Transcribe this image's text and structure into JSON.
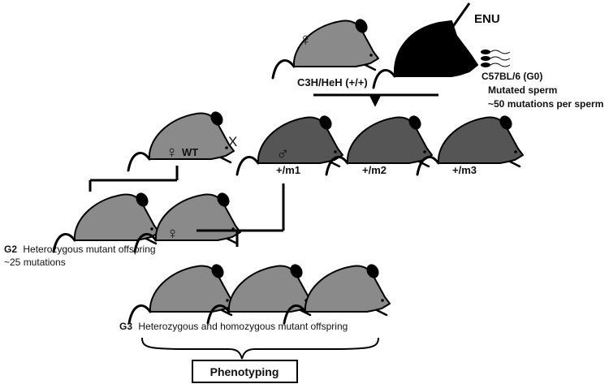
{
  "colors": {
    "mouse_light": "#8a8a8a",
    "mouse_dark": "#555555",
    "mouse_black": "#000000",
    "line": "#000000"
  },
  "labels": {
    "enu": "ENU",
    "c3h": "C3H/HeH (+/+)",
    "c57": "C57BL/6 (G0)",
    "mutated_sperm": "Mutated sperm",
    "mutations_per_sperm": "~50 mutations per sperm",
    "female_symbol": "♀",
    "male_symbol": "♂",
    "wt": "WT",
    "cross": "X",
    "m1": "+/m1",
    "m2": "+/m2",
    "m3": "+/m3",
    "g2_tag": "G2",
    "g2_desc": "Heterozygous mutant offspring",
    "g2_mutations": "~25 mutations",
    "g3_tag": "G3",
    "g3_desc": "Heterozygous and homozygous mutant offspring",
    "phenotyping": "Phenotyping"
  }
}
